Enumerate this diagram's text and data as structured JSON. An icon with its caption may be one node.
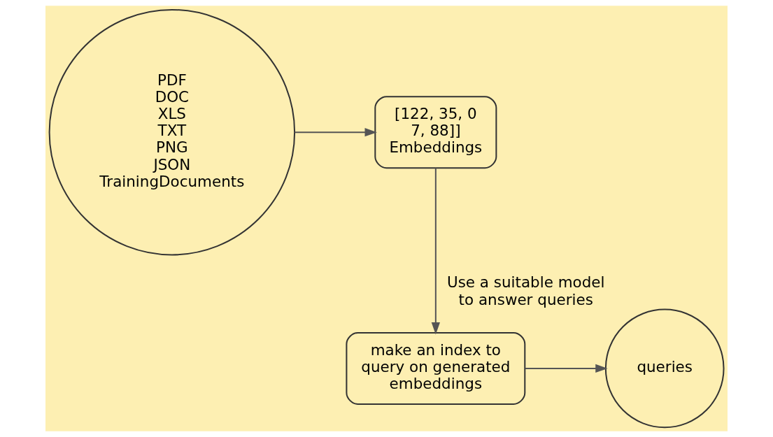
{
  "diagram": {
    "nodes": [
      {
        "text": [
          "PDF",
          "DOC",
          "XLS",
          "TXT",
          "PNG",
          "JSON",
          "TrainingDocuments"
        ]
      },
      {
        "text": [
          "[122, 35, 0",
          "7, 88]]",
          "Embeddings"
        ]
      },
      {
        "text": [
          "make an index to query on generated embeddings"
        ]
      },
      {
        "text": [
          "queries"
        ],
        "beside": [
          "Use a suitable model to answer queries"
        ]
      }
    ],
    "edges": [
      {
        "from": 0,
        "to": 1,
        "arrow": "to"
      },
      {
        "from": 1,
        "to": 2,
        "arrow": "to"
      },
      {
        "from": 2,
        "to": 3,
        "arrow": "to"
      }
    ]
  }
}
